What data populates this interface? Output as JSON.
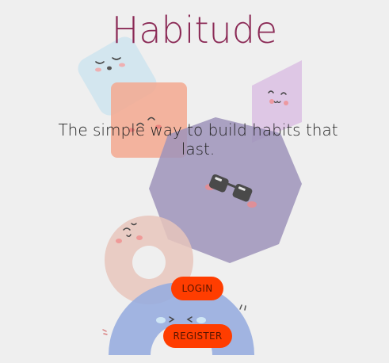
{
  "app": {
    "title": "Habitude",
    "tagline": "The simple way to build habits that last."
  },
  "actions": {
    "login_label": "LOGIN",
    "register_label": "REGISTER"
  },
  "mascots": [
    {
      "shape": "rounded-diamond",
      "color": "#cfe4ee",
      "face": "sleepy"
    },
    {
      "shape": "rounded-square",
      "color": "#f3ac96",
      "face": "happy"
    },
    {
      "shape": "kite",
      "color": "#dcc2e3",
      "face": "blushing"
    },
    {
      "shape": "heptagon",
      "color": "#a89ec1",
      "face": "sunglasses"
    },
    {
      "shape": "donut",
      "color": "#e8c6bc",
      "face": "winking"
    },
    {
      "shape": "half-ring",
      "color": "#98addf",
      "face": "crying"
    }
  ],
  "colors": {
    "background": "#efefef",
    "title": "#8b2a56",
    "tagline": "#222222",
    "button_bg": "#ff3d00",
    "button_text": "#5a1500"
  }
}
